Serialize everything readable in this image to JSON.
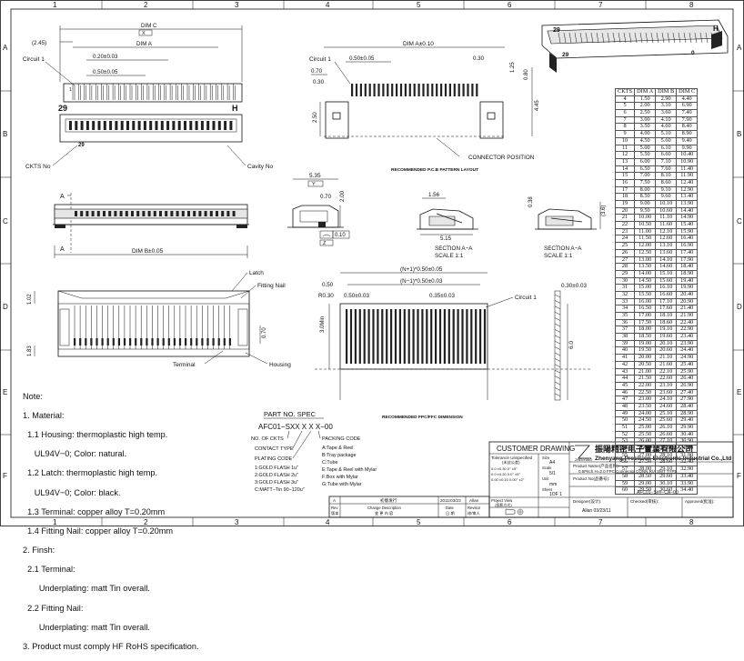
{
  "grid": {
    "cols": [
      "1",
      "2",
      "3",
      "4",
      "5",
      "6",
      "7",
      "8"
    ],
    "rows": [
      "A",
      "B",
      "C",
      "D",
      "E",
      "F"
    ]
  },
  "top_view": {
    "dim_c": "DIM C",
    "x_box": "X",
    "offset": "(2.45)",
    "dim_a": "DIM A",
    "pitch1": "0.20±0.03",
    "pitch2": "0.50±0.05",
    "circuit1": "Circuit 1",
    "pin1": "1",
    "n29a": "29",
    "h": "H",
    "n29b": "29",
    "ckts_no": "CKTS No",
    "cavity_no": "Cavity No"
  },
  "pcb_layout": {
    "dim_a_tol": "DIM A±0.10",
    "circuit1": "Circuit 1",
    "d050": "0.50±0.05",
    "d030": "0.30",
    "d070": "0.70",
    "d125": "1.25",
    "d080": "0.80",
    "d445": "4.45",
    "d250": "2.50",
    "connector_position": "CONNECTOR POSITION",
    "title": "RECOMMENDED P.C.B PATTERN LAYOUT"
  },
  "front_view": {
    "a_mark": "A",
    "dim_b": "DIM B±0.05"
  },
  "side_view": {
    "d535": "5.35",
    "y_box": "Y",
    "d070": "0.70",
    "d200": "2.00",
    "flat": "0.10",
    "z_box": "Z"
  },
  "sections": {
    "d156": "1.56",
    "d515": "5.15",
    "d038": "0.38",
    "d36": "(3.6)",
    "section_label": "SECTION  A−A",
    "scale_label": "SCALE      1:1"
  },
  "bottom_view": {
    "latch": "Latch",
    "fitting_nail": "Fitting Nail",
    "terminal": "Terminal",
    "housing": "Housing",
    "d102": "1.02",
    "d070": "0.70",
    "d183": "1.83"
  },
  "fpc": {
    "n1": "(N+1)*0.50±0.05",
    "n_1": "(N−1)*0.50±0.03",
    "d050": "0.50",
    "r030": "R0.30",
    "d050b": "0.50±0.03",
    "d035": "0.35±0.03",
    "circuit1": "Circuit 1",
    "d030": "0.30±0.03",
    "d3min": "3.0Min",
    "d60": "6.0",
    "title": "RECOMMENDED FPC/FFC DIMENSION"
  },
  "iso": {
    "n29": "29",
    "zero": "0",
    "h": "H"
  },
  "notes": {
    "l0": "Note:",
    "l1": "1. Material:",
    "l2": "  1.1 Housing: thermoplastic high temp.",
    "l3": "     UL94V−0; Color: natural.",
    "l4": "  1.2 Latch: thermoplastic high temp.",
    "l5": "     UL94V−0; Color: black.",
    "l6": "  1.3 Terminal: copper alloy T=0.20mm",
    "l7": "  1.4 Fitting Nail: copper alloy T=0.20mm",
    "l8": "2. Finsh:",
    "l9": "  2.1 Terminal:",
    "l10": "       Underplating: matt Tin overall.",
    "l11": "  2.2 Fitting Nail:",
    "l12": "       Underplating: matt Tin overall.",
    "l13": "3. Product must comply HF RoHS specification."
  },
  "part_spec": {
    "title": "PART  NO.  SPEC",
    "code": "AFC01−SXX X X X−00",
    "ckts": "NO. OF CKTS",
    "contact": "CONTACT TYPE",
    "plating": "PLATING CODE",
    "p1": "1:GOLD FLASH 1u\"",
    "p2": "2:GOLD FLASH 2u\"",
    "p3": "3:GOLD FLASH 3u\"",
    "pc": "C:MATT−Tin 90−120u\"",
    "packing": "PACKING CODE",
    "ka": "A:Tape & Reel",
    "kb": "B:Tray package",
    "kc": "C:Tube",
    "ke": "E:Tape & Reel with Mylar",
    "kf": "F:Box with Mylar",
    "kg": "G:Tube with Mylar"
  },
  "title_block": {
    "customer_drawing": "CUSTOMER DRAWING",
    "company_cn": "振陽精密电子實業有限公司",
    "company_en": "Zhenyang Precision Electronic Industrial Co.,Ltd",
    "brand": "ZHENYANG",
    "tolerance": "Tolerance Unspecified",
    "tol_cn": "(未註公差)",
    "t1": "0.0   ±0.30  0°    ±5°",
    "t2": "0.0   ±0.20  0.0°  ±5°",
    "t3": "0.00  ±0.10  0.00° ±2°",
    "size_label": "Size",
    "size": "A4",
    "scale_label": "Scale",
    "scale": "5/1",
    "unit_label": "Unit",
    "unit": "mm",
    "sheet_label": "Sheet",
    "sheet": "1OF 1",
    "proj_label": "Project View",
    "proj_cn": "(投影方式)",
    "product_name_label": "Product Name(产品名称):",
    "product_name": "0.5Pitch H=2.0 FPC Connector CONN.R/A SMT TYPE",
    "product_no_label": "Product No(品番号):",
    "product_no": "AFC01−S##−CA−00",
    "designer_label": "Designer(设计):",
    "designer": "Allan 03/23/11",
    "checked_label": "Checked(审核):",
    "approved_label": "Approved(批准):",
    "rev_a": "A",
    "rev_b": "A",
    "rev_first": "初版发行",
    "rev_date": "2011/03/23",
    "rev_by": "Allan",
    "col_rev": "Rev",
    "col_rev_cn": "版本",
    "col_change": "Change Description",
    "col_change_cn": "变 更 内 容",
    "col_date": "Date",
    "col_date_cn": "日 期",
    "col_revisor": "Revisor",
    "col_revisor_cn": "修/审人"
  },
  "ckts_table": {
    "headers": [
      "CKTS",
      "DIM A",
      "DIM B",
      "DIM C"
    ],
    "rows": [
      [
        "4",
        "1.50",
        "2.90",
        "4.40"
      ],
      [
        "5",
        "2.00",
        "3.10",
        "6.90"
      ],
      [
        "6",
        "2.50",
        "3.60",
        "7.40"
      ],
      [
        "7",
        "3.00",
        "4.10",
        "7.90"
      ],
      [
        "8",
        "3.50",
        "4.60",
        "8.40"
      ],
      [
        "9",
        "4.00",
        "5.10",
        "8.90"
      ],
      [
        "10",
        "4.50",
        "5.60",
        "9.40"
      ],
      [
        "11",
        "5.00",
        "6.10",
        "9.90"
      ],
      [
        "12",
        "5.50",
        "6.60",
        "10.40"
      ],
      [
        "13",
        "6.00",
        "7.10",
        "10.90"
      ],
      [
        "14",
        "6.50",
        "7.60",
        "11.40"
      ],
      [
        "15",
        "7.00",
        "8.10",
        "11.90"
      ],
      [
        "16",
        "7.50",
        "8.60",
        "12.40"
      ],
      [
        "17",
        "8.00",
        "9.10",
        "12.90"
      ],
      [
        "18",
        "8.50",
        "9.60",
        "13.40"
      ],
      [
        "19",
        "9.00",
        "10.10",
        "13.90"
      ],
      [
        "20",
        "9.50",
        "10.60",
        "14.40"
      ],
      [
        "21",
        "10.00",
        "11.10",
        "14.90"
      ],
      [
        "22",
        "10.50",
        "11.60",
        "15.40"
      ],
      [
        "23",
        "11.00",
        "12.10",
        "15.90"
      ],
      [
        "24",
        "11.50",
        "12.60",
        "16.40"
      ],
      [
        "25",
        "12.00",
        "13.10",
        "16.90"
      ],
      [
        "26",
        "12.50",
        "13.60",
        "17.40"
      ],
      [
        "27",
        "13.00",
        "14.10",
        "17.90"
      ],
      [
        "28",
        "13.50",
        "14.60",
        "18.40"
      ],
      [
        "29",
        "14.00",
        "15.10",
        "18.90"
      ],
      [
        "30",
        "14.50",
        "15.60",
        "19.40"
      ],
      [
        "31",
        "15.00",
        "16.10",
        "19.90"
      ],
      [
        "32",
        "15.50",
        "16.60",
        "20.40"
      ],
      [
        "33",
        "16.00",
        "17.10",
        "20.90"
      ],
      [
        "34",
        "16.50",
        "17.60",
        "21.40"
      ],
      [
        "35",
        "17.00",
        "18.10",
        "21.90"
      ],
      [
        "36",
        "17.50",
        "18.60",
        "22.40"
      ],
      [
        "37",
        "18.00",
        "19.10",
        "22.90"
      ],
      [
        "38",
        "18.50",
        "19.60",
        "23.40"
      ],
      [
        "39",
        "19.00",
        "20.10",
        "23.90"
      ],
      [
        "40",
        "19.50",
        "20.60",
        "24.40"
      ],
      [
        "41",
        "20.00",
        "21.10",
        "24.90"
      ],
      [
        "42",
        "20.50",
        "21.60",
        "25.40"
      ],
      [
        "43",
        "21.00",
        "22.10",
        "25.90"
      ],
      [
        "44",
        "21.50",
        "22.60",
        "26.40"
      ],
      [
        "45",
        "22.00",
        "23.10",
        "26.90"
      ],
      [
        "46",
        "22.50",
        "23.60",
        "27.40"
      ],
      [
        "47",
        "23.00",
        "24.10",
        "27.90"
      ],
      [
        "48",
        "23.50",
        "24.60",
        "28.40"
      ],
      [
        "49",
        "24.00",
        "25.10",
        "28.90"
      ],
      [
        "50",
        "24.50",
        "25.60",
        "29.40"
      ],
      [
        "51",
        "25.00",
        "26.10",
        "29.90"
      ],
      [
        "52",
        "25.50",
        "26.60",
        "30.40"
      ],
      [
        "53",
        "26.00",
        "27.10",
        "30.90"
      ],
      [
        "54",
        "26.50",
        "27.60",
        "31.40"
      ],
      [
        "55",
        "27.00",
        "28.10",
        "31.90"
      ],
      [
        "56",
        "27.50",
        "28.60",
        "32.40"
      ],
      [
        "57",
        "28.00",
        "29.10",
        "32.90"
      ],
      [
        "58",
        "28.50",
        "29.60",
        "33.40"
      ],
      [
        "59",
        "29.00",
        "30.10",
        "33.90"
      ],
      [
        "60",
        "29.50",
        "30.60",
        "34.40"
      ]
    ]
  }
}
